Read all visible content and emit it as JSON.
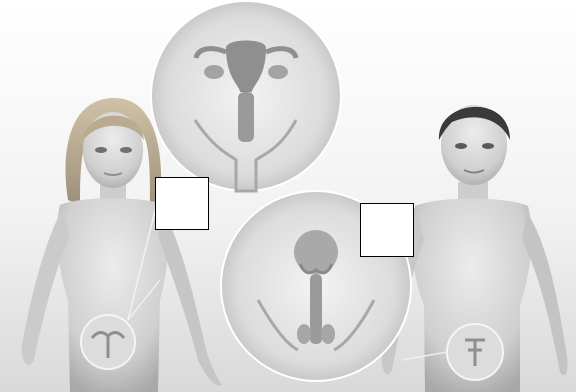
{
  "colors": {
    "background_top": "#ffffff",
    "background_bottom": "#d9d9d9",
    "skin_light": "#e6e6e6",
    "skin_mid": "#c9c9c9",
    "skin_dark": "#a8a8a8",
    "hair_girl": "#c2b59a",
    "hair_boy": "#3a3a3a",
    "organ": "#8f8f8f",
    "label_border": "#000000"
  },
  "figures": [
    {
      "id": "girl",
      "icon": "female-child-figure"
    },
    {
      "id": "boy",
      "icon": "male-child-figure"
    }
  ],
  "insets": [
    {
      "id": "female-reproductive",
      "icon": "uterus-ovaries-icon"
    },
    {
      "id": "male-reproductive",
      "icon": "male-reproductive-organs-icon"
    }
  ],
  "labels": [
    {
      "id": "label-1",
      "text": ""
    },
    {
      "id": "label-2",
      "text": ""
    }
  ]
}
